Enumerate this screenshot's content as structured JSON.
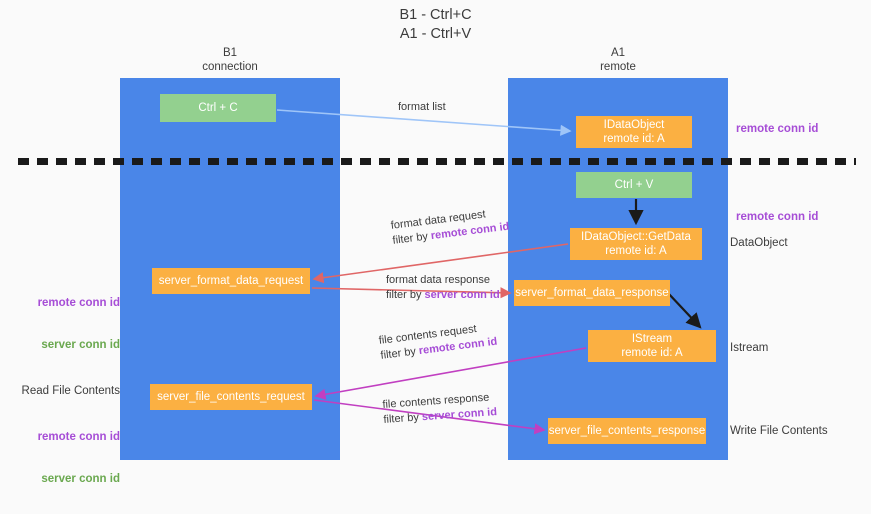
{
  "title": "B1 - Ctrl+C\nA1 - Ctrl+V",
  "columns": {
    "left": {
      "name": "B1",
      "subtitle": "connection",
      "header": "B1\nconnection"
    },
    "right": {
      "name": "A1",
      "subtitle": "remote",
      "header": "A1\nremote"
    }
  },
  "boxes": {
    "ctrl_c": {
      "label": "Ctrl + C",
      "color": "#93d08f",
      "lane": "B1"
    },
    "idataobject": {
      "label": "IDataObject\nremote id: A",
      "color": "#fbb042",
      "lane": "A1"
    },
    "ctrl_v": {
      "label": "Ctrl + V",
      "color": "#93d08f",
      "lane": "A1"
    },
    "getdata": {
      "label": "IDataObject::GetData\nremote id: A",
      "color": "#fbb042",
      "lane": "A1"
    },
    "server_format_data_request": {
      "label": "server_format_data_request",
      "color": "#fbb042",
      "lane": "B1"
    },
    "server_format_data_response": {
      "label": "server_format_data_response",
      "color": "#fbb042",
      "lane": "A1"
    },
    "istream": {
      "label": "IStream\nremote id: A",
      "color": "#fbb042",
      "lane": "A1"
    },
    "server_file_contents_request": {
      "label": "server_file_contents_request",
      "color": "#fbb042",
      "lane": "B1"
    },
    "server_file_contents_response": {
      "label": "server_file_contents_response",
      "color": "#fbb042",
      "lane": "A1"
    }
  },
  "flows": {
    "format_list": {
      "line1": "format list",
      "line2": "",
      "filter": ""
    },
    "format_data_request": {
      "line1": "format data request",
      "prefix": "filter by ",
      "filter": "remote conn id",
      "filter_color": "#a64dd6"
    },
    "format_data_response": {
      "line1": "format data response",
      "prefix": "filter by ",
      "filter": "server conn id",
      "filter_color": "#a64dd6"
    },
    "file_contents_request": {
      "line1": "file contents request",
      "prefix": "filter by ",
      "filter": "remote conn id",
      "filter_color": "#a64dd6"
    },
    "file_contents_response": {
      "line1": "file contents response",
      "prefix": "filter by ",
      "filter": "server conn id",
      "filter_color": "#a64dd6"
    }
  },
  "side_labels": {
    "left_conn_remote": "remote conn id",
    "left_conn_server": "server conn id",
    "read_file_contents": "Read File Contents",
    "right_remote_conn_top": "remote conn id",
    "right_remote_conn_mid": "remote conn id",
    "right_dataobject": "DataObject",
    "right_istream": "Istream",
    "right_write_file_contents": "Write File Contents"
  },
  "colors": {
    "lane": "#4a86e8",
    "green_box": "#93d08f",
    "orange_box": "#fbb042",
    "purple": "#a64dd6",
    "green_text": "#6aa84f",
    "arrow_blue": "#9fc5f8",
    "arrow_black": "#1a1a1a",
    "arrow_red": "#e06666",
    "arrow_magenta": "#c13fc1",
    "background": "#fafafa"
  }
}
